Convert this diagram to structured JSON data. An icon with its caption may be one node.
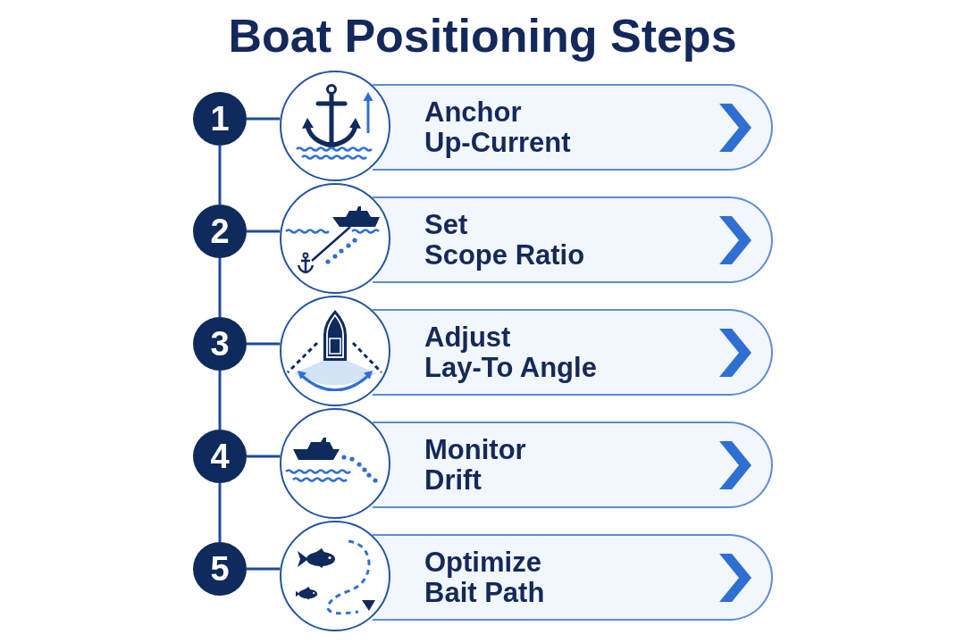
{
  "diagram": {
    "title": "Boat Positioning Steps",
    "nodes": [
      {
        "text": [
          "1"
        ]
      },
      {
        "text": [],
        "shape": "circle"
      },
      {
        "text": [
          "Anchor Up-Current"
        ]
      },
      {
        "text": [
          "2"
        ]
      },
      {
        "text": [],
        "shape": "circle"
      },
      {
        "text": [
          "Set Scope Ratio"
        ]
      },
      {
        "text": [
          "3"
        ]
      },
      {
        "text": [],
        "shape": "circle"
      },
      {
        "text": [
          "Adjust Lay-To Angle"
        ]
      },
      {
        "text": [
          "4"
        ]
      },
      {
        "text": [],
        "shape": "circle"
      },
      {
        "text": [
          "Monitor Drift"
        ]
      },
      {
        "text": [
          "5"
        ]
      },
      {
        "text": [],
        "shape": "circle"
      },
      {
        "text": [
          "Optimize Bait Path"
        ]
      }
    ],
    "edges": [
      {
        "from": 0,
        "to": 1,
        "arrow": "none"
      },
      {
        "from": 0,
        "to": 3,
        "arrow": "none"
      },
      {
        "from": 3,
        "to": 4,
        "arrow": "none"
      },
      {
        "from": 3,
        "to": 6,
        "arrow": "none"
      },
      {
        "from": 6,
        "to": 7,
        "arrow": "none"
      },
      {
        "from": 6,
        "to": 9,
        "arrow": "none"
      },
      {
        "from": 9,
        "to": 10,
        "arrow": "none"
      },
      {
        "from": 9,
        "to": 12,
        "arrow": "none"
      },
      {
        "from": 12,
        "to": 13,
        "arrow": "none"
      }
    ]
  }
}
